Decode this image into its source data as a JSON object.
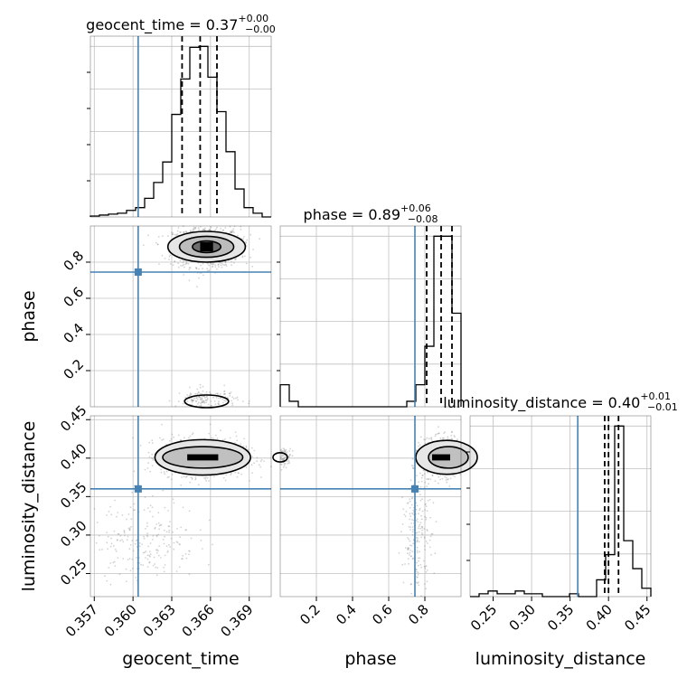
{
  "chart_data": {
    "type": "corner",
    "parameters": [
      "geocent_time",
      "phase",
      "luminosity_distance"
    ],
    "truths": {
      "geocent_time": 0.3604,
      "phase": 0.745,
      "luminosity_distance": 0.36
    },
    "colors": {
      "truth": "#4682b4",
      "hist": "#000000",
      "grid": "#c0c0c0",
      "points": "#808080"
    },
    "ranges": {
      "geocent_time": [
        0.3567,
        0.3707
      ],
      "phase": [
        0.0,
        1.0
      ],
      "luminosity_distance": [
        0.22,
        0.455
      ]
    },
    "titles": {
      "geocent_time": {
        "label": "geocent_time = 0.37",
        "plus": "+0.00",
        "minus": "−0.00"
      },
      "phase": {
        "label": "phase = 0.89",
        "plus": "+0.06",
        "minus": "−0.08"
      },
      "luminosity_distance": {
        "label": "luminosity_distance = 0.40",
        "plus": "+0.01",
        "minus": "−0.01"
      }
    },
    "xlabels": {
      "geocent_time": "geocent_time",
      "phase": "phase",
      "luminosity_distance": "luminosity_distance"
    },
    "ylabels": {
      "phase": "phase",
      "luminosity_distance": "luminosity_distance"
    },
    "ticks": {
      "geocent_time": {
        "values": [
          0.357,
          0.36,
          0.363,
          0.366,
          0.369
        ],
        "labels": [
          "0.357",
          "0.360",
          "0.363",
          "0.366",
          "0.369"
        ]
      },
      "phase": {
        "values": [
          0.2,
          0.4,
          0.6,
          0.8
        ],
        "labels": [
          "0.2",
          "0.4",
          "0.6",
          "0.8"
        ]
      },
      "luminosity_distance": {
        "values": [
          0.25,
          0.3,
          0.35,
          0.4,
          0.45
        ],
        "labels": [
          "0.25",
          "0.30",
          "0.35",
          "0.40",
          "0.45"
        ]
      }
    },
    "quantiles": {
      "geocent_time": [
        0.3638,
        0.3652,
        0.3665
      ],
      "phase": [
        0.81,
        0.89,
        0.95
      ],
      "luminosity_distance": [
        0.395,
        0.4,
        0.413
      ]
    },
    "histograms": {
      "geocent_time": {
        "edges_start": 0.3567,
        "edges_end": 0.3707,
        "counts": [
          1,
          2,
          3,
          4,
          7,
          10,
          20,
          37,
          59,
          110,
          148,
          182,
          183,
          150,
          113,
          70,
          30,
          10,
          4,
          0
        ]
      },
      "phase": {
        "edges_start": 0.0,
        "edges_end": 1.0,
        "counts": [
          4,
          1,
          0,
          0,
          0,
          0,
          0,
          0,
          0,
          0,
          0,
          0,
          0,
          0,
          1,
          4,
          11,
          31,
          31,
          17
        ]
      },
      "luminosity_distance": {
        "edges_start": 0.22,
        "edges_end": 0.455,
        "counts": [
          0,
          1,
          2,
          1,
          1,
          2,
          1,
          1,
          0,
          0,
          0,
          1,
          0,
          0,
          6,
          15,
          61,
          20,
          10,
          3
        ]
      }
    },
    "contours": {
      "phase_vs_geocent_time": {
        "x_param": "geocent_time",
        "y_param": "phase",
        "peak_x": 0.3657,
        "peak_y": 0.885,
        "secondary_peak_y": 0.04
      },
      "luminosity_distance_vs_geocent_time": {
        "x_param": "geocent_time",
        "y_param": "luminosity_distance",
        "peak_x": 0.3654,
        "peak_y": 0.401
      },
      "luminosity_distance_vs_phase": {
        "x_param": "phase",
        "y_param": "luminosity_distance",
        "peak_x": 0.9,
        "peak_y": 0.401
      }
    }
  }
}
